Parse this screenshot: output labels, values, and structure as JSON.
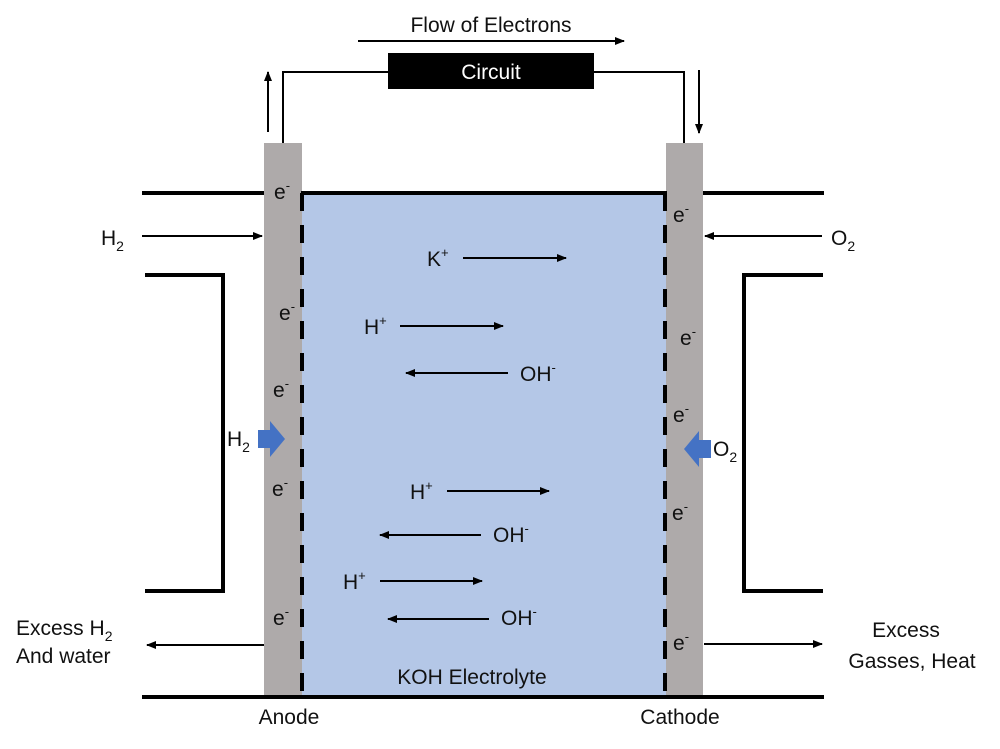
{
  "title": "Alkaline Fuel Cell Diagram",
  "colors": {
    "electrolyte": "#b4c7e7",
    "electrode": "#aeaaaa",
    "line": "#000000",
    "gas_arrow": "#4472c4",
    "circuit_box": "#000000",
    "circuit_text": "#ffffff"
  },
  "top": {
    "flow_label": "Flow of Electrons",
    "circuit_label": "Circuit"
  },
  "anode": {
    "label": "Anode",
    "inlet": {
      "base": "H",
      "sub": "2"
    },
    "inner_gas": {
      "base": "H",
      "sub": "2"
    },
    "outlet": {
      "line1_base": "Excess H",
      "line1_sub": "2",
      "line2": "And water"
    },
    "electrons": [
      {
        "base": "e",
        "sup": "-"
      },
      {
        "base": "e",
        "sup": "-"
      },
      {
        "base": "e",
        "sup": "-"
      },
      {
        "base": "e",
        "sup": "-"
      },
      {
        "base": "e",
        "sup": "-"
      }
    ]
  },
  "cathode": {
    "label": "Cathode",
    "inlet": {
      "base": "O",
      "sub": "2"
    },
    "inner_gas": {
      "base": "O",
      "sub": "2"
    },
    "outlet": {
      "line1": "Excess",
      "line2": "Gasses, Heat"
    },
    "electrons": [
      {
        "base": "e",
        "sup": "-"
      },
      {
        "base": "e",
        "sup": "-"
      },
      {
        "base": "e",
        "sup": "-"
      },
      {
        "base": "e",
        "sup": "-"
      },
      {
        "base": "e",
        "sup": "-"
      }
    ]
  },
  "electrolyte": {
    "label": "KOH Electrolyte",
    "ions": [
      {
        "base": "K",
        "sup": "+",
        "direction": "right"
      },
      {
        "base": "H",
        "sup": "+",
        "direction": "right"
      },
      {
        "base": "OH",
        "sup": "-",
        "direction": "left"
      },
      {
        "base": "H",
        "sup": "+",
        "direction": "right"
      },
      {
        "base": "OH",
        "sup": "-",
        "direction": "left"
      },
      {
        "base": "H",
        "sup": "+",
        "direction": "right"
      },
      {
        "base": "OH",
        "sup": "-",
        "direction": "left"
      }
    ]
  }
}
